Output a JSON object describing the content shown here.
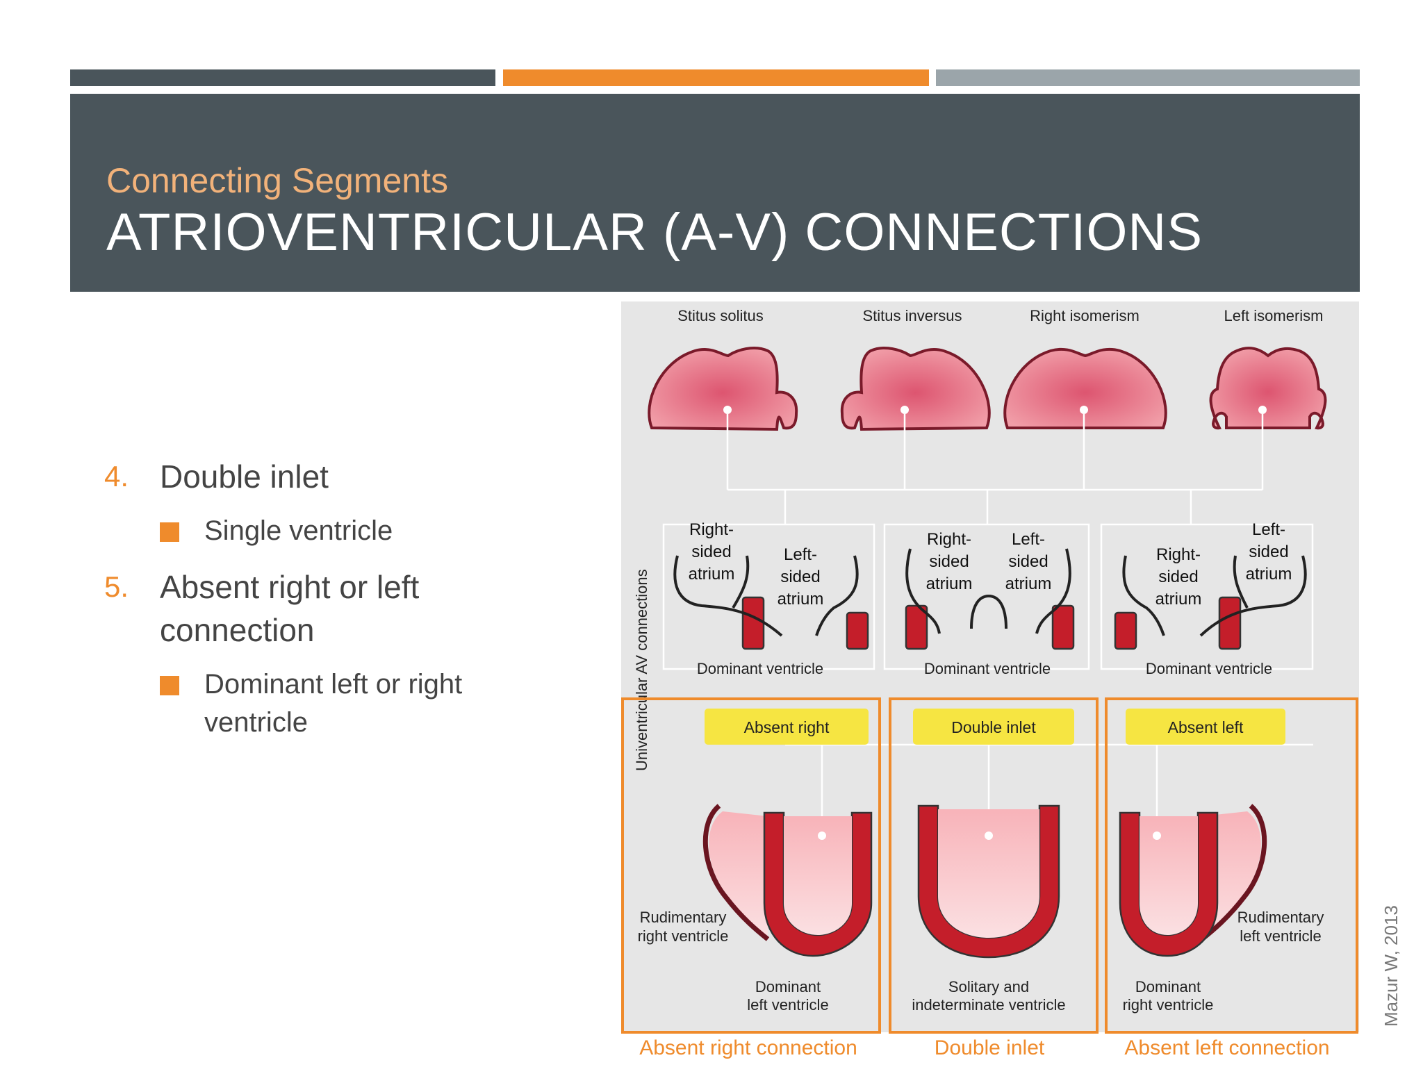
{
  "header": {
    "subtitle": "Connecting Segments",
    "title": "ATRIOVENTRICULAR (A-V) CONNECTIONS"
  },
  "list": [
    {
      "num": "4.",
      "text": "Double inlet",
      "sub": [
        "Single ventricle"
      ]
    },
    {
      "num": "5.",
      "text": "Absent right or left connection",
      "sub": [
        "Dominant left or right ventricle"
      ]
    }
  ],
  "figure": {
    "situs": [
      "Stitus solitus",
      "Stitus inversus",
      "Right isomerism",
      "Left isomerism"
    ],
    "side_label": "Univentricular AV connections",
    "rsa": [
      "Right-",
      "sided",
      "atrium"
    ],
    "lsa": [
      "Left-",
      "sided",
      "atrium"
    ],
    "dominant_ventricle": "Dominant ventricle",
    "badges": [
      "Absent right",
      "Double inlet",
      "Absent left"
    ],
    "panel1": {
      "rud": [
        "Rudimentary",
        "right ventricle"
      ],
      "dom": [
        "Dominant",
        "left ventricle"
      ]
    },
    "panel2": {
      "dom": [
        "Solitary and",
        "indeterminate ventricle"
      ]
    },
    "panel3": {
      "rud": [
        "Rudimentary",
        "left ventricle"
      ],
      "dom": [
        "Dominant",
        "right ventricle"
      ]
    },
    "captions": [
      "Absent right connection",
      "Double inlet",
      "Absent left connection"
    ],
    "credit": "Mazur W, 2013"
  },
  "colors": {
    "header": "#4a555b",
    "accent": "#ef8b2c",
    "bar_light": "#9ba5aa",
    "wall": "#c41e2a",
    "cavity": "#f8b5ba",
    "badge": "#f6e542",
    "panel_bg": "#e6e6e6"
  }
}
